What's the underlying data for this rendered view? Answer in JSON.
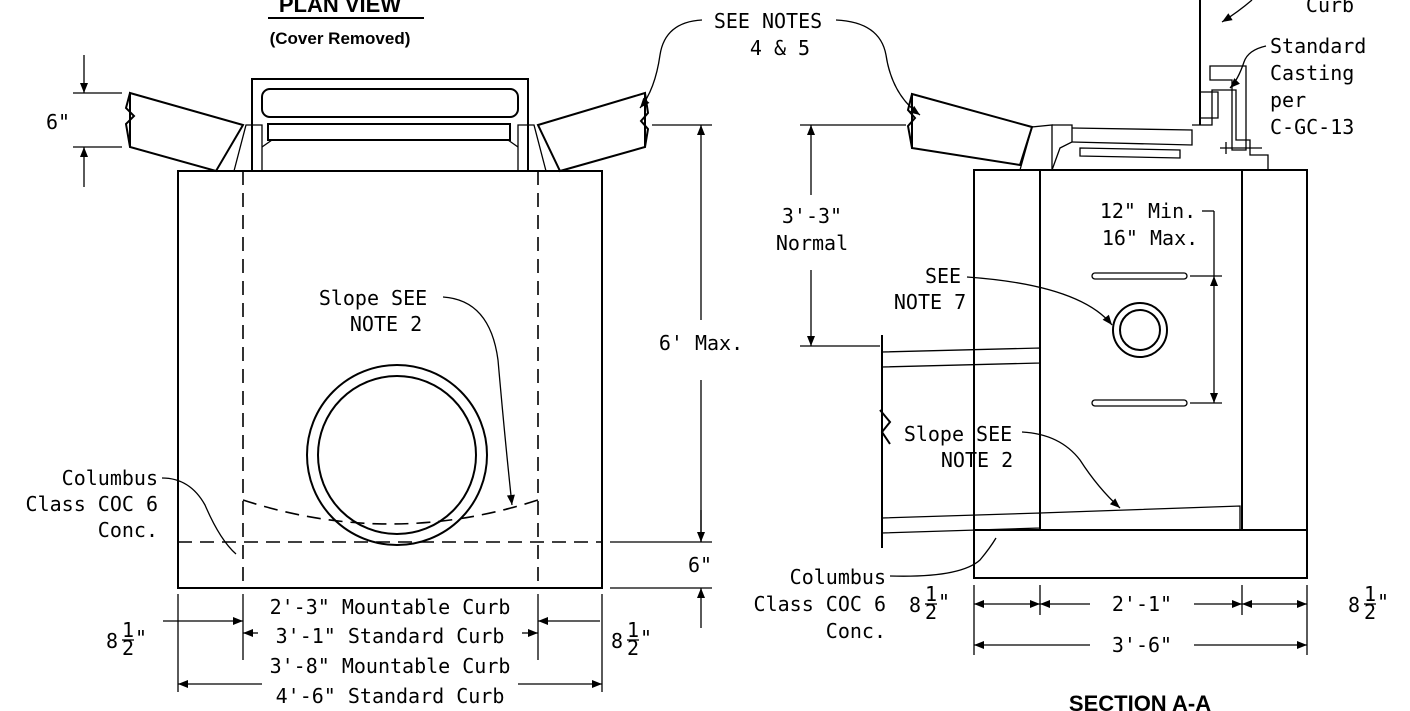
{
  "plan": {
    "title": "PLAN VIEW",
    "subtitle": "(Cover Removed)",
    "dim_6in_top": "6\"",
    "dim_6ft_max": "6' Max.",
    "dim_6in_bottom": "6\"",
    "slope_line1": "Slope SEE",
    "slope_line2": "NOTE 2",
    "conc_line1": "Columbus",
    "conc_line2": "Class COC 6",
    "conc_line3": "Conc.",
    "width_inner_mountable": "2'-3\" Mountable Curb",
    "width_inner_standard": "3'-1\" Standard Curb",
    "width_outer_mountable": "3'-8\" Mountable Curb",
    "width_outer_standard": "4'-6\" Standard Curb",
    "side_dim_whole": "8",
    "side_dim_num": "1",
    "side_dim_den": "2",
    "side_dim_unit": "\""
  },
  "notes_callout": {
    "line1": "SEE NOTES",
    "line2": "4 & 5"
  },
  "section": {
    "title": "SECTION A-A",
    "curb": "Curb",
    "casting_line1": "Standard",
    "casting_line2": "Casting",
    "casting_line3": "per",
    "casting_line4": "C-GC-13",
    "depth_line1": "3'-3\"",
    "depth_line2": "Normal",
    "see_note7_line1": "SEE",
    "see_note7_line2": "NOTE 7",
    "step_line1": "12\" Min.",
    "step_line2": "16\" Max.",
    "slope_line1": "Slope SEE",
    "slope_line2": "NOTE 2",
    "conc_line1": "Columbus",
    "conc_line2": "Class COC 6",
    "conc_line3": "Conc.",
    "dim_inner": "2'-1\"",
    "dim_outer": "3'-6\"",
    "side_dim_whole": "8",
    "side_dim_num": "1",
    "side_dim_den": "2",
    "side_dim_unit": "\""
  }
}
